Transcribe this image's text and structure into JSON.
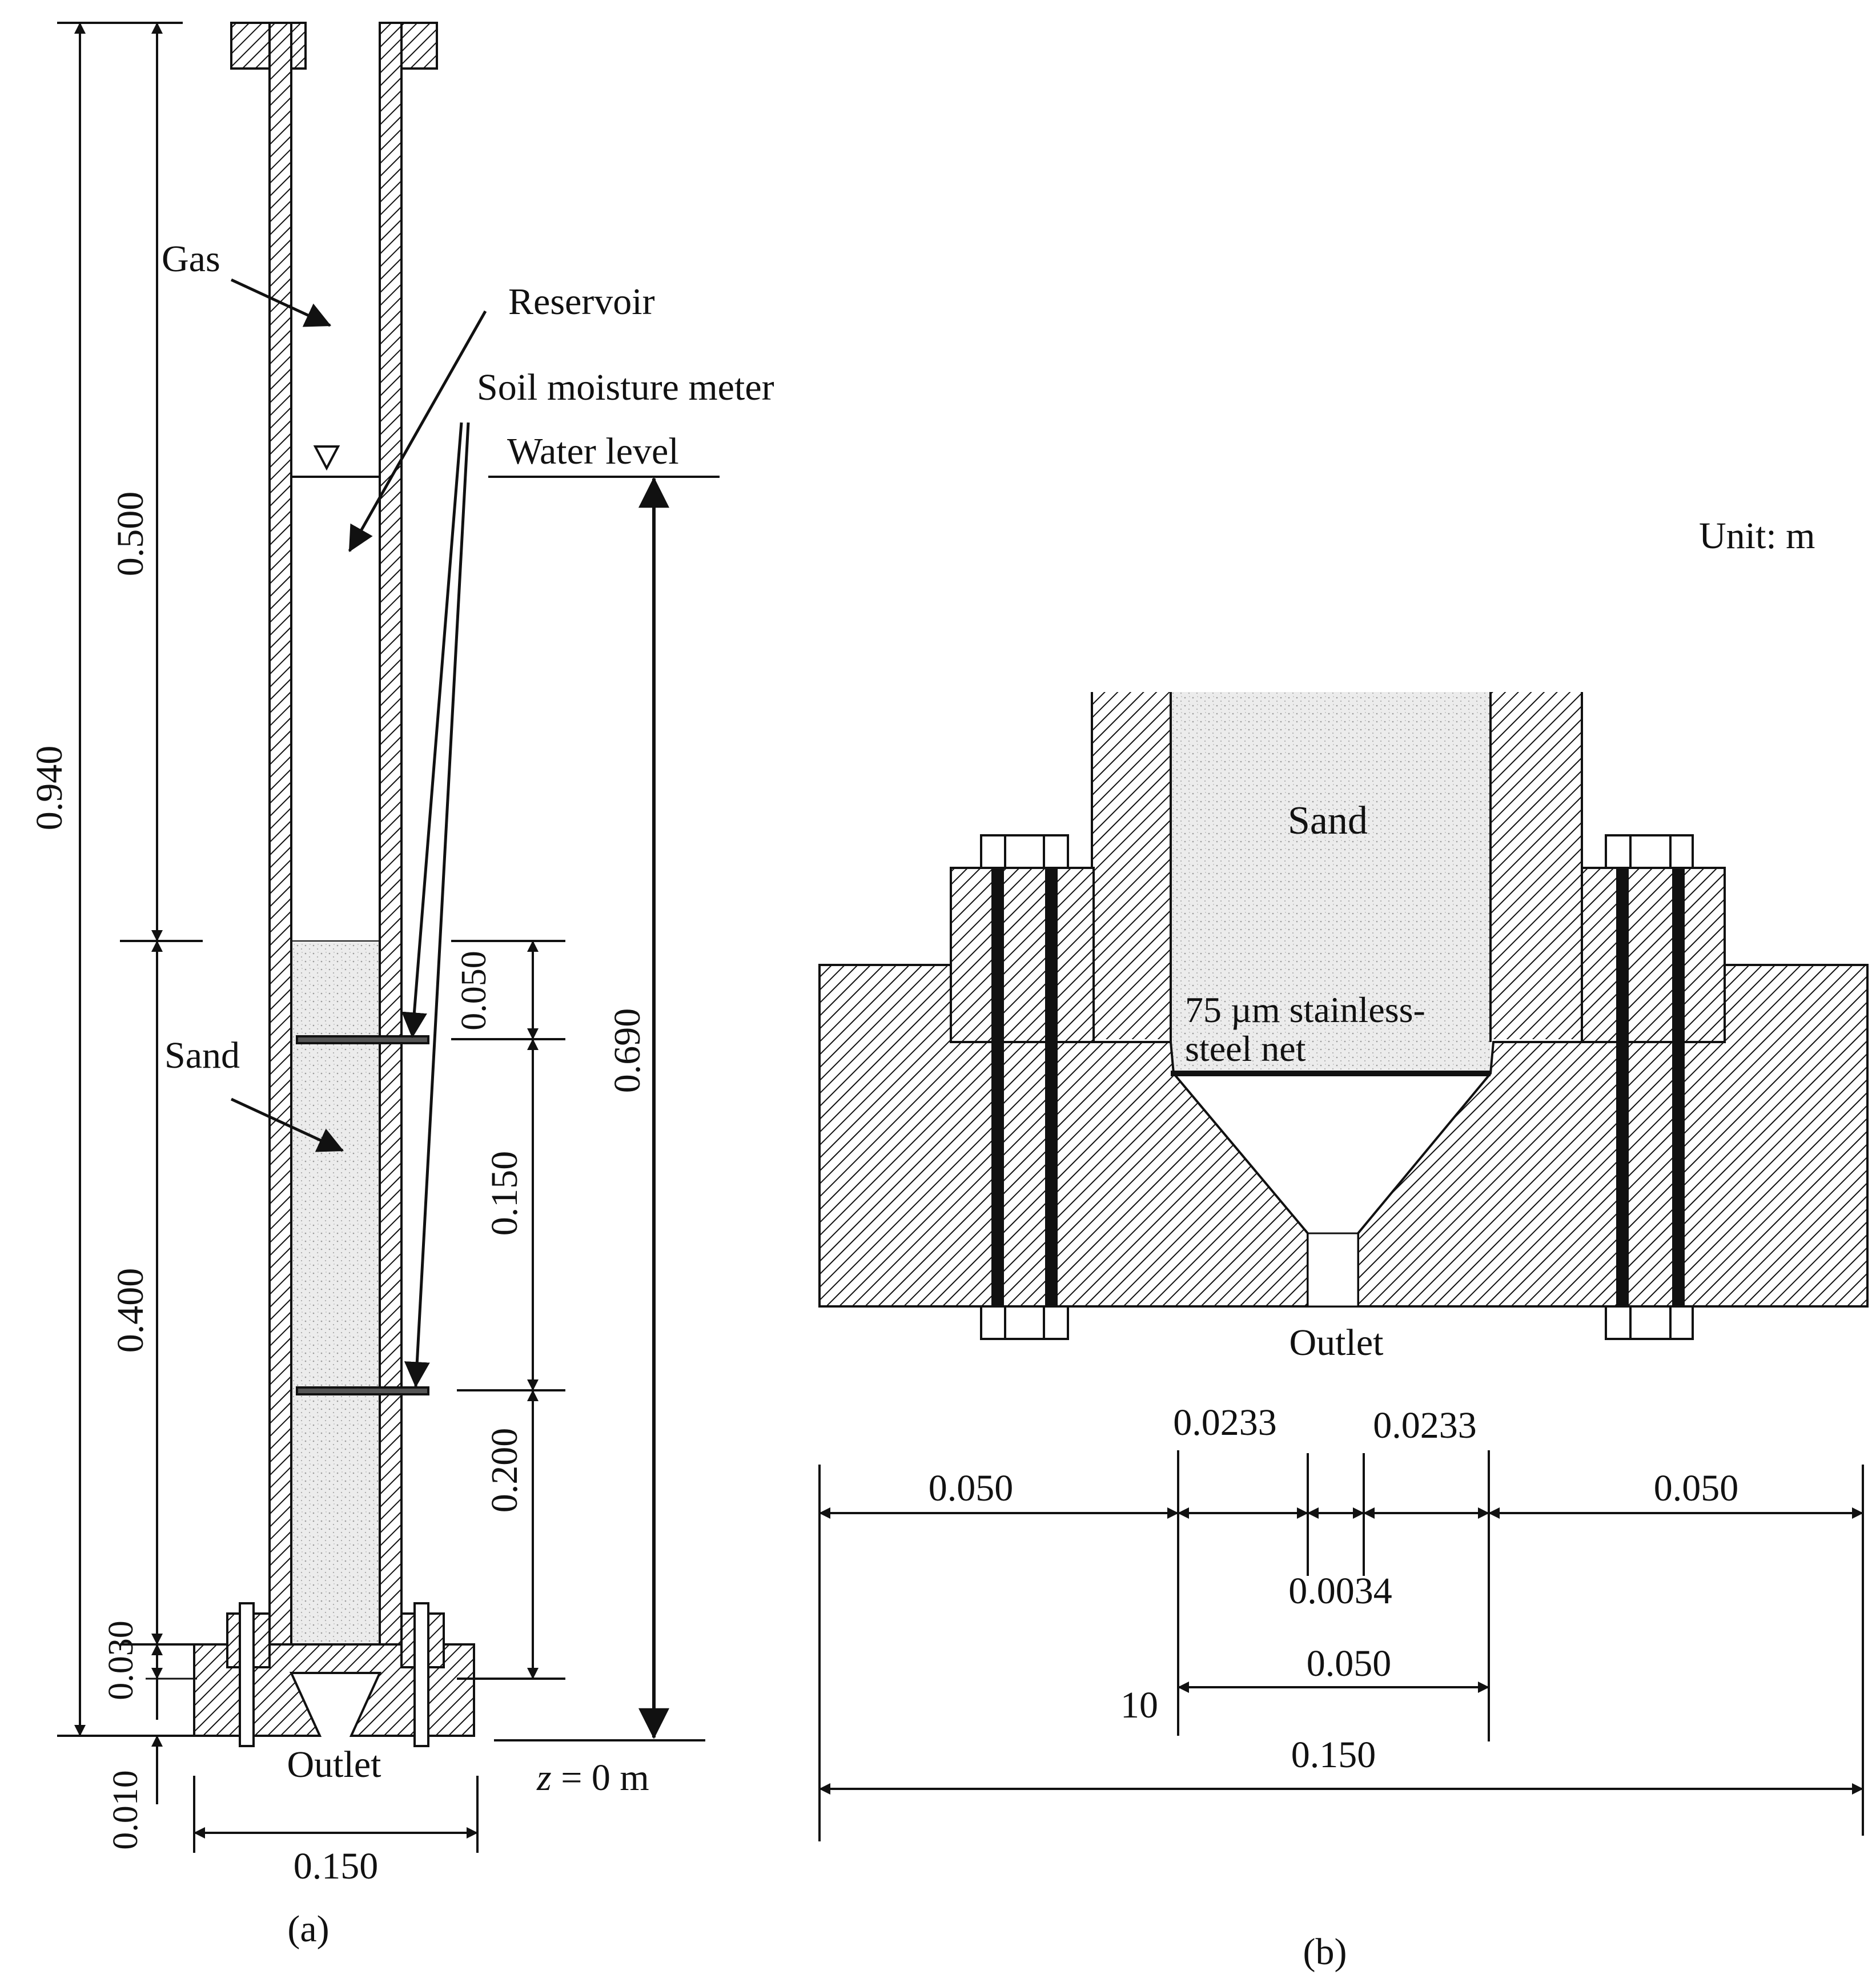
{
  "unit_note": "Unit: m",
  "panel_a": {
    "caption": "(a)",
    "labels": {
      "gas": "Gas",
      "reservoir": "Reservoir",
      "soil_moisture_meter": "Soil moisture meter",
      "water_level": "Water level",
      "sand": "Sand",
      "outlet": "Outlet",
      "datum_z": "z",
      "datum_rest": " = 0 m"
    },
    "dimensions": {
      "total_height": "0.940",
      "reservoir_height": "0.500",
      "sand_height": "0.400",
      "flange_height": "0.030",
      "outlet_height": "0.010",
      "water_head": "0.690",
      "meter_gap_top": "0.050",
      "meter_gap_mid": "0.150",
      "meter_gap_bottom": "0.200",
      "width": "0.150"
    }
  },
  "panel_b": {
    "caption": "(b)",
    "labels": {
      "sand": "Sand",
      "net_line1": "75 µm stainless-",
      "net_line2": "steel net",
      "outlet": "Outlet"
    },
    "dimensions": {
      "left_flange": "0.050",
      "cone_left": "0.0233",
      "cone_right": "0.0233",
      "throat": "0.0034",
      "right_flange": "0.050",
      "inner_width": "0.050",
      "stray_mark": "10",
      "total_width": "0.150"
    }
  },
  "colors": {
    "ink": "#111111",
    "sand_fill": "#ececec",
    "background": "#ffffff"
  }
}
